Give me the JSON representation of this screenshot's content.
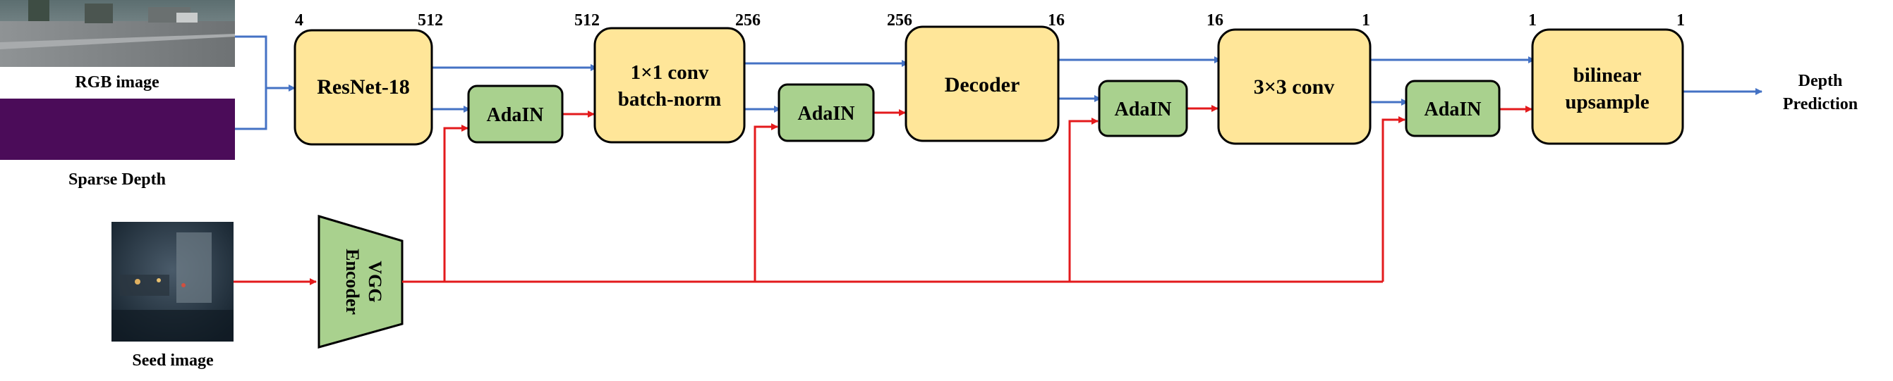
{
  "inputs": {
    "rgb_label": "RGB image",
    "sparse_label": "Sparse Depth",
    "seed_label": "Seed image"
  },
  "encoder": {
    "line1": "VGG",
    "line2": "Encoder"
  },
  "blocks": {
    "resnet": {
      "label": "ResNet-18",
      "in_ch": "4",
      "out_ch": "512"
    },
    "conv1x1": {
      "line1": "1×1 conv",
      "line2": "batch-norm",
      "in_ch": "512",
      "out_ch": "256"
    },
    "decoder": {
      "label": "Decoder",
      "in_ch": "256",
      "out_ch": "16"
    },
    "conv3x3": {
      "label": "3×3 conv",
      "in_ch": "16",
      "out_ch": "1"
    },
    "upsample": {
      "line1": "bilinear",
      "line2": "upsample",
      "in_ch": "1",
      "out_ch": "1"
    }
  },
  "adain": {
    "label": "AdaIN"
  },
  "output": {
    "line1": "Depth",
    "line2": "Prediction"
  },
  "colors": {
    "block_fill": "#FFE699",
    "adain_fill": "#A9D18E",
    "encoder_fill": "#A9D18E",
    "sparse_fill": "#4B0C59",
    "main_arrow": "#4472C4",
    "style_arrow": "#E31A1C"
  }
}
